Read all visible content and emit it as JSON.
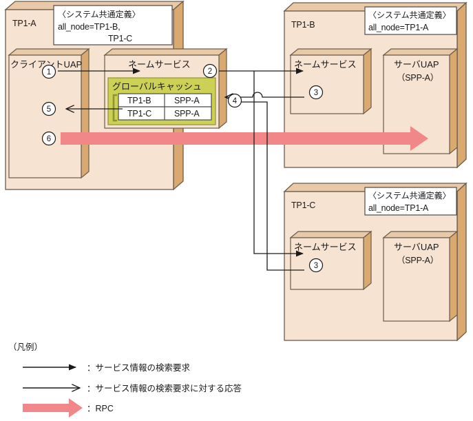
{
  "diagram": {
    "title": "TP1 name service global cache lookup and RPC flow",
    "colors": {
      "box_face": "#f7e3d2",
      "box_top": "#e8c9a8",
      "box_side": "#d9a96f",
      "box_stroke": "#6b5b4b",
      "cache_fill": "#ccd155",
      "cache_stroke": "#8f9335",
      "white": "#ffffff",
      "rpc_arrow": "#f2878a",
      "line": "#4a4a4a",
      "text": "#1a1a1a"
    }
  },
  "nodes": {
    "tp1a": {
      "label": "TP1-A",
      "sysdef": {
        "title": "〈システム共通定義〉",
        "line1": "all_node=TP1-B,",
        "line2": "TP1-C"
      },
      "client_uap": {
        "label": "クライアントUAP"
      },
      "name_service": {
        "label": "ネームサービス",
        "cache": {
          "label": "グローバルキャッシュ",
          "rows": [
            {
              "node": "TP1-B",
              "service": "SPP-A"
            },
            {
              "node": "TP1-C",
              "service": "SPP-A"
            }
          ]
        }
      }
    },
    "tp1b": {
      "label": "TP1-B",
      "sysdef": {
        "title": "〈システム共通定義〉",
        "line1": "all_node=TP1-A"
      },
      "name_service": {
        "label": "ネームサービス"
      },
      "server_uap": {
        "label": "サーバUAP",
        "sublabel": "（SPP-A）"
      }
    },
    "tp1c": {
      "label": "TP1-C",
      "sysdef": {
        "title": "〈システム共通定義〉",
        "line1": "all_node=TP1-A"
      },
      "name_service": {
        "label": "ネームサービス"
      },
      "server_uap": {
        "label": "サーバUAP",
        "sublabel": "（SPP-A）"
      }
    }
  },
  "step_markers": {
    "s1": "1",
    "s2": "2",
    "s3b": "3",
    "s3c": "3",
    "s4": "4",
    "s5": "5",
    "s6": "6"
  },
  "legend": {
    "title": "（凡例）",
    "items": [
      {
        "icon": "solid-arrow-icon",
        "text": "：サービス情報の検索要求"
      },
      {
        "icon": "open-arrow-icon",
        "text": "：サービス情報の検索要求に対する応答"
      },
      {
        "icon": "rpc-block-arrow-icon",
        "text": "：RPC"
      }
    ]
  }
}
